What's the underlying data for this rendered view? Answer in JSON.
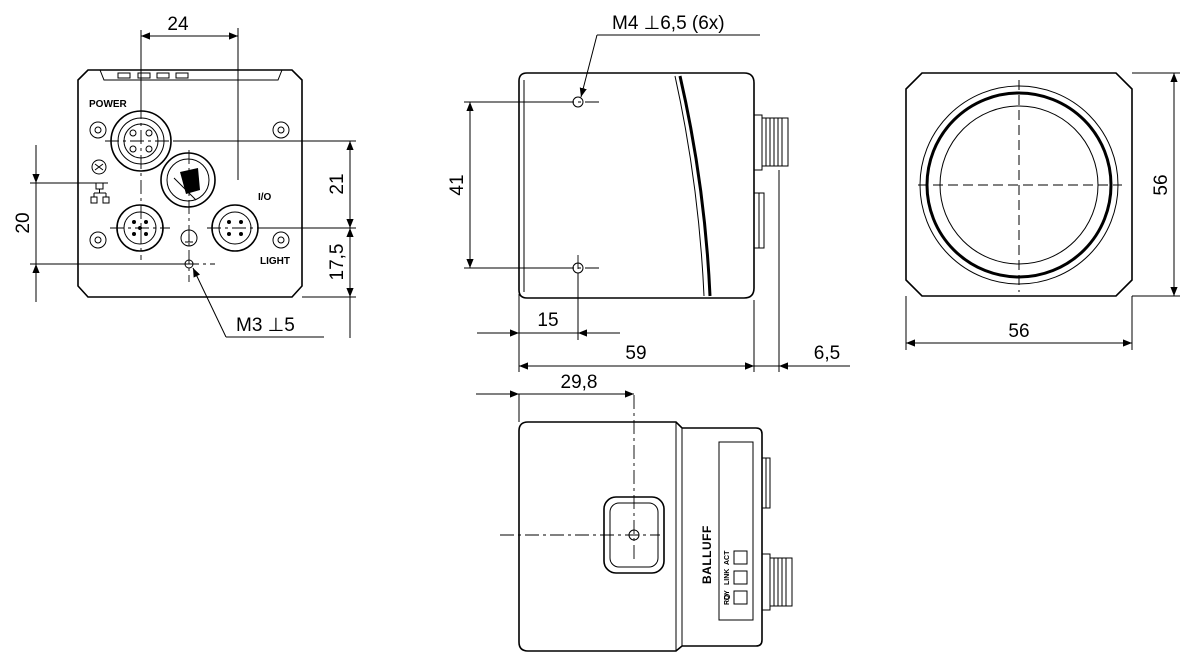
{
  "front_view": {
    "label_power": "POWER",
    "label_io": "I/O",
    "label_light": "LIGHT",
    "dim_width_24": "24",
    "dim_height_21": "21",
    "dim_height_20": "20",
    "dim_height_17_5": "17,5",
    "thread_callout": "M3 ⊥5"
  },
  "side_view": {
    "thread_callout": "M4 ⊥6,5 (6x)",
    "dim_height_41": "41",
    "dim_length_15": "15",
    "dim_length_59": "59",
    "dim_length_6_5": "6,5"
  },
  "rear_view": {
    "dim_width_56": "56",
    "dim_height_56": "56"
  },
  "top_view": {
    "dim_29_8": "29,8",
    "brand": "BALLUFF",
    "led_rdy": "RDY",
    "led_link": "LINK",
    "led_act": "ACT"
  }
}
